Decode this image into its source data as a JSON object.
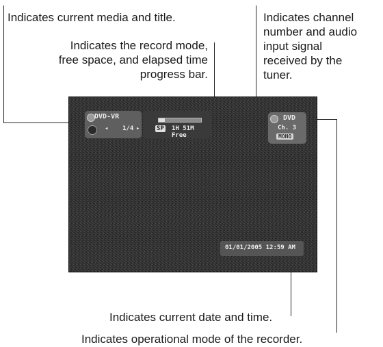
{
  "callouts": {
    "media_title": "Indicates current media and title.",
    "record_mode": [
      "Indicates the record mode,",
      "free space, and elapsed time",
      "progress bar."
    ],
    "channel": [
      "Indicates channel",
      "number and audio",
      "input signal",
      "received by the",
      "tuner."
    ],
    "date_time": "Indicates current date and time.",
    "operational_mode": "Indicates operational mode of the recorder."
  },
  "osd": {
    "media": {
      "title": "DVD-VR",
      "arrow_left": "◂",
      "title_count": "1/4",
      "arrow_right": "▸"
    },
    "record": {
      "progress_fraction": 0.15,
      "mode": "SP",
      "free_space": "1H 51M Free"
    },
    "recorder": {
      "mode": "DVD",
      "channel": "Ch. 3",
      "audio": "MONO"
    },
    "datetime": "01/01/2005 12:59 AM"
  },
  "icons": {
    "disc": "disc-icon",
    "title_icon": "title-icon"
  }
}
